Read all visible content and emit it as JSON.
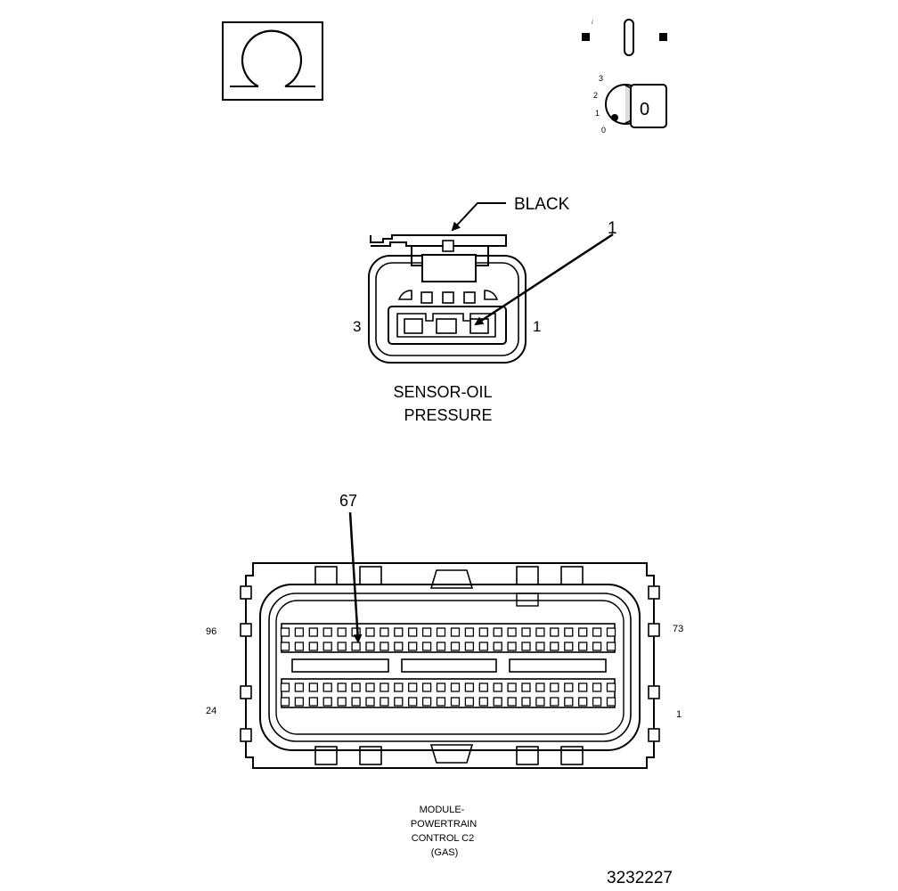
{
  "key_positions": [
    "0",
    "1",
    "2",
    "3"
  ],
  "key_label": "0",
  "sensor_connector": {
    "color_callout": "BLACK",
    "pin_callout": "1",
    "pin_left": "3",
    "pin_right": "1",
    "title_line1": "SENSOR-OIL",
    "title_line2": "PRESSURE"
  },
  "pcm_connector": {
    "pin_callout": "67",
    "top_left": "96",
    "top_right": "73",
    "bottom_left": "24",
    "bottom_right": "1",
    "title_line1": "MODULE-",
    "title_line2": "POWERTRAIN",
    "title_line3": "CONTROL C2",
    "title_line4": "(GAS)"
  },
  "figure_number": "3232227"
}
